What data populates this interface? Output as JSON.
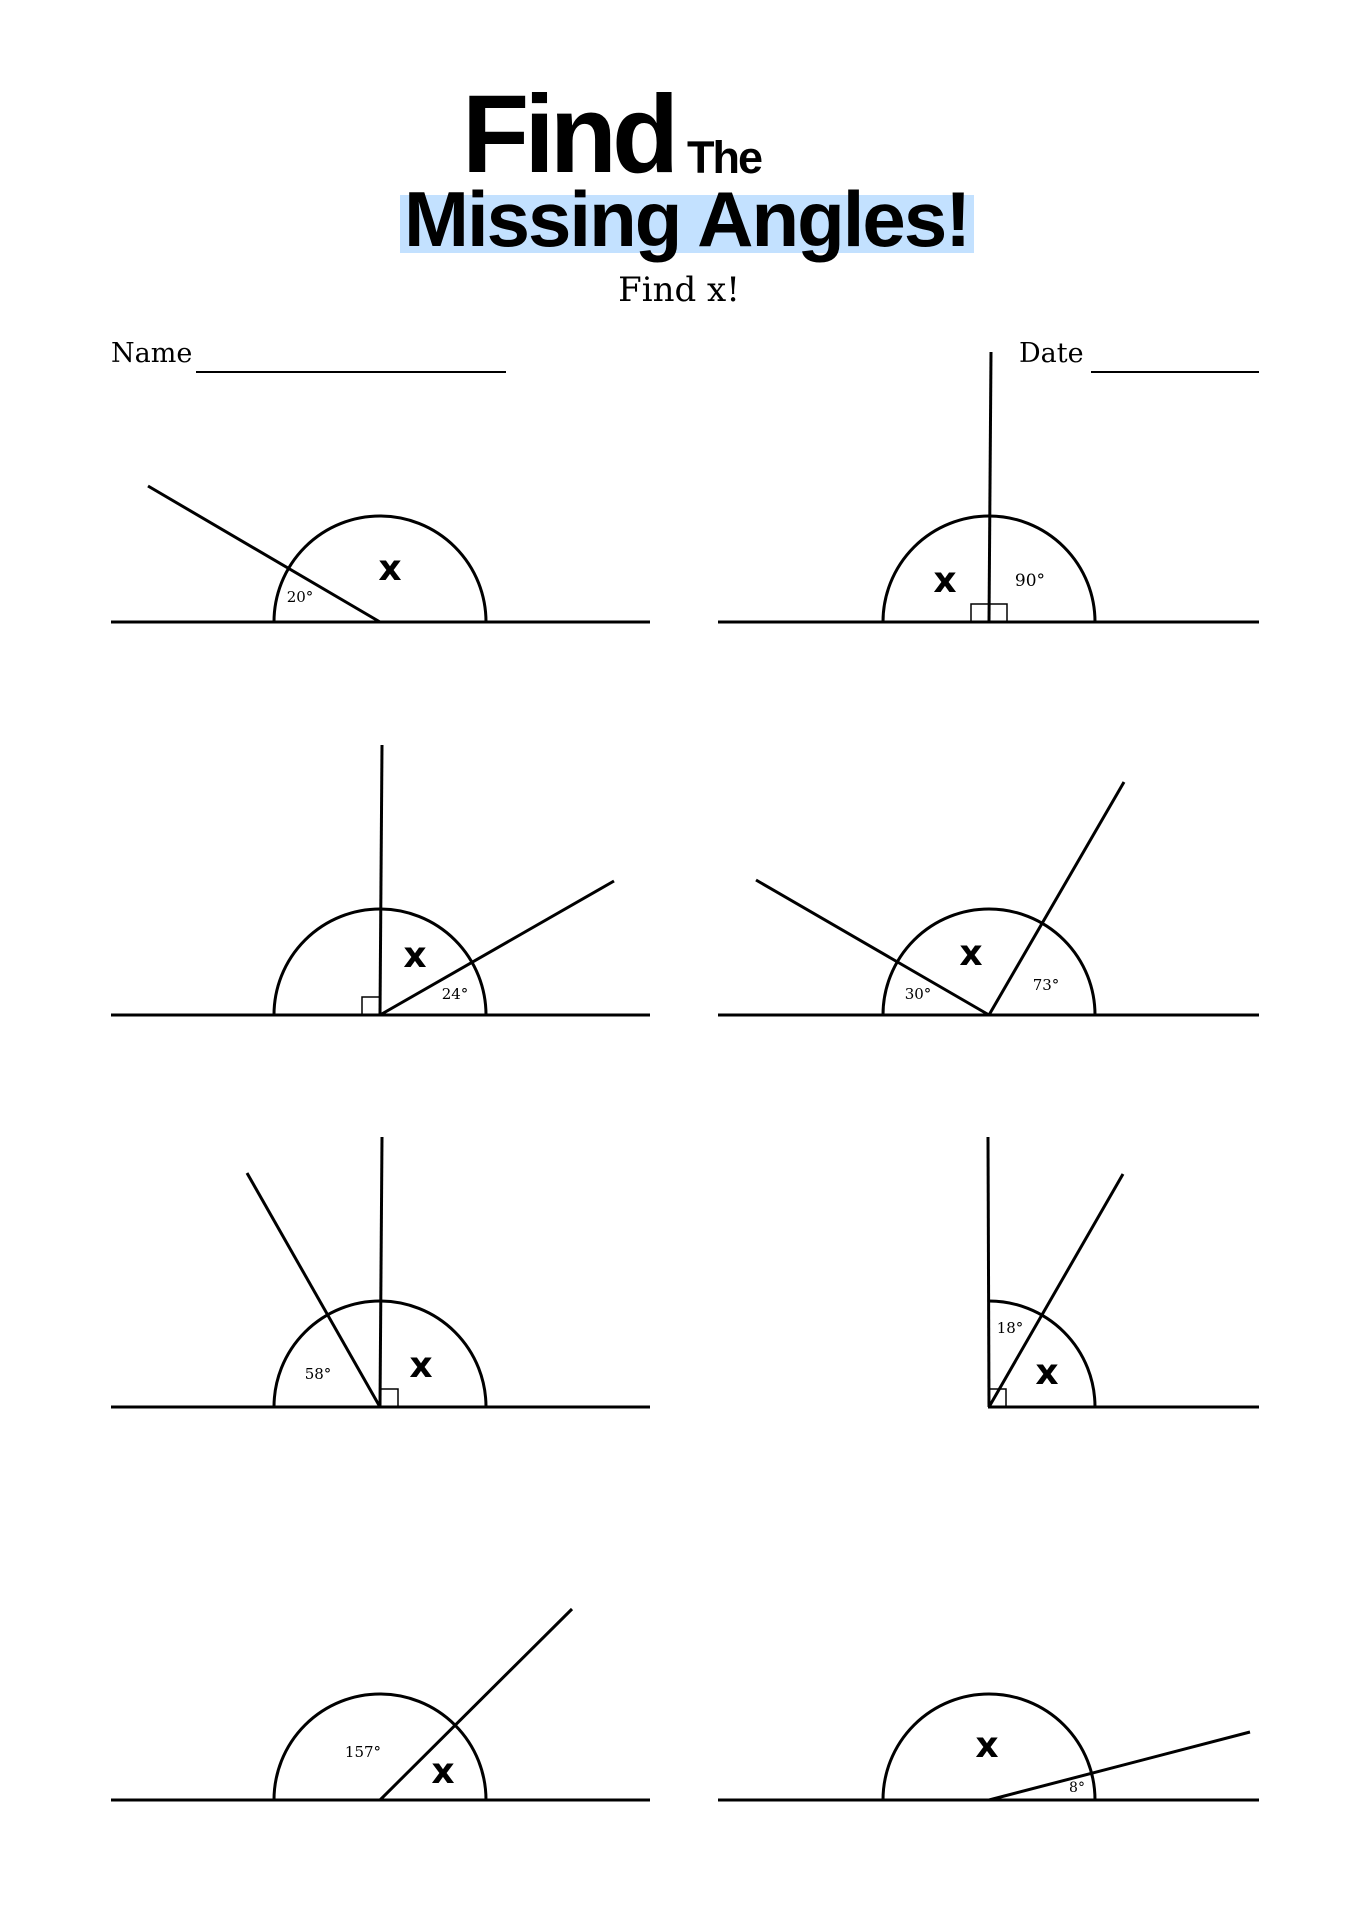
{
  "header": {
    "title_find": "Find",
    "title_the": "The",
    "title_missing": "Missing Angles!",
    "subtitle": "Find x!",
    "highlight_color": "#c3e1ff"
  },
  "fields": {
    "name_label": "Name",
    "date_label": "Date"
  },
  "problems": [
    {
      "id": 1,
      "rays_deg": [
        150
      ],
      "right_angle_marks": [],
      "labels": [
        "20°",
        "x"
      ]
    },
    {
      "id": 2,
      "rays_deg": [
        90
      ],
      "right_angle_marks": [
        90
      ],
      "labels": [
        "x",
        "90°"
      ]
    },
    {
      "id": 3,
      "rays_deg": [
        90,
        30
      ],
      "right_angle_marks": [
        90
      ],
      "labels": [
        "x",
        "24°"
      ]
    },
    {
      "id": 4,
      "rays_deg": [
        150,
        60
      ],
      "right_angle_marks": [],
      "labels": [
        "30°",
        "x",
        "73°"
      ]
    },
    {
      "id": 5,
      "rays_deg": [
        120,
        90
      ],
      "right_angle_marks": [
        90
      ],
      "labels": [
        "58°",
        "x"
      ]
    },
    {
      "id": 6,
      "rays_deg": [
        90,
        60
      ],
      "right_angle_marks": [
        90
      ],
      "labels": [
        "18°",
        "x"
      ]
    },
    {
      "id": 7,
      "rays_deg": [
        45
      ],
      "right_angle_marks": [],
      "labels": [
        "157°",
        "x"
      ]
    },
    {
      "id": 8,
      "rays_deg": [
        14
      ],
      "right_angle_marks": [],
      "labels": [
        "x",
        "8°"
      ]
    }
  ]
}
